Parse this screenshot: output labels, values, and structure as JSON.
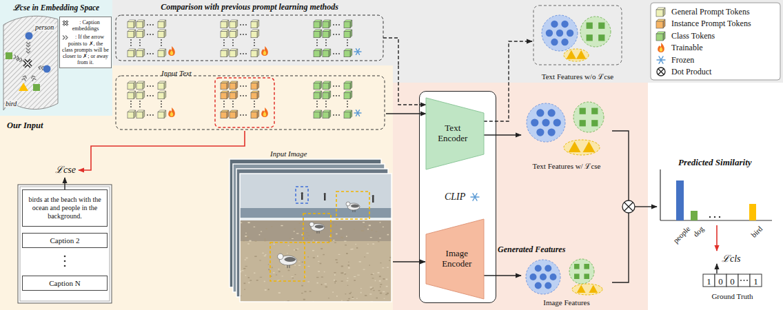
{
  "diagram": {
    "nodes": [
      {
        "text": [
          "ℒcse in Embedding Space"
        ]
      },
      {
        "text": [
          ": Caption embeddings",
          ": If the arrow points to ✗, the class prompts will be closer to ✗; or away from it."
        ],
        "in": 0
      },
      {
        "text": [
          "Comparison with previous prompt learning methods"
        ]
      },
      {
        "text": [
          "Our Input"
        ]
      },
      {
        "text": [
          "Input Text"
        ],
        "in": 3
      },
      {
        "text": [
          "ℒcse"
        ],
        "in": 3
      },
      {
        "text": [
          "birds at the beach with the ocean and people in the background."
        ],
        "in": 3
      },
      {
        "text": [
          "Caption 2"
        ],
        "in": 3
      },
      {
        "text": [
          "Caption N"
        ],
        "in": 3
      },
      {
        "text": [
          "CLIP"
        ]
      },
      {
        "text": [
          "Text Encoder"
        ],
        "in": 9
      },
      {
        "text": [
          "Image Encoder"
        ],
        "in": 9
      },
      {
        "text": [
          "Text Features w/o ℒcse"
        ]
      },
      {
        "text": [
          "Text Features w/ ℒcse"
        ]
      },
      {
        "text": [
          "Image Features"
        ]
      }
    ],
    "edges": [
      {
        "from": 4,
        "to": 10,
        "arrow": "to"
      },
      {
        "from": 2,
        "to": 10,
        "arrow": "to"
      },
      {
        "from": 10,
        "to": 12,
        "arrow": "to"
      },
      {
        "from": 10,
        "to": 13,
        "arrow": "to"
      },
      {
        "from": 11,
        "to": 14,
        "arrow": "to"
      },
      {
        "from": 6,
        "to": 5,
        "arrow": "to"
      },
      {
        "from": 4,
        "to": 5,
        "arrow": "to"
      }
    ],
    "labels": [
      "person",
      "bird",
      "Input Image",
      "Generated Features",
      "Predicted Similarity",
      "people",
      "dog",
      "bird",
      "ℒcls",
      "1",
      "0",
      "0",
      "1",
      "Ground Truth"
    ],
    "legend": [
      {
        "text": "General Prompt Tokens",
        "color": "#eef1b8"
      },
      {
        "text": "Instance Prompt Tokens",
        "color": "#f7b565"
      },
      {
        "text": "Class Tokens",
        "color": "#9fd67f"
      },
      {
        "text": "Trainable"
      },
      {
        "text": "Frozen"
      },
      {
        "text": "Dot Product"
      }
    ]
  }
}
